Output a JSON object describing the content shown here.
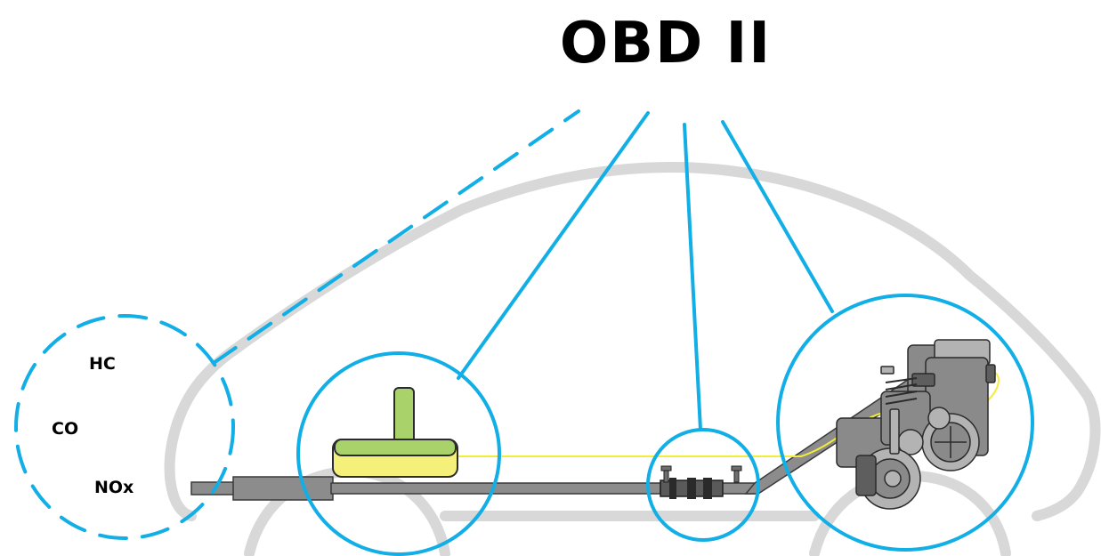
{
  "title": "OBD II",
  "emissions": {
    "hc": "HC",
    "co": "CO",
    "nox": "NOx"
  },
  "colors": {
    "callout_blue": "#12aee6",
    "car_outline": "#d8d8d8",
    "sensor_wire": "#f2ec3a",
    "catalyst_green": "#a9d36a",
    "catalyst_yellow": "#f5f07a",
    "exhaust_gray": "#8c8c8c"
  }
}
